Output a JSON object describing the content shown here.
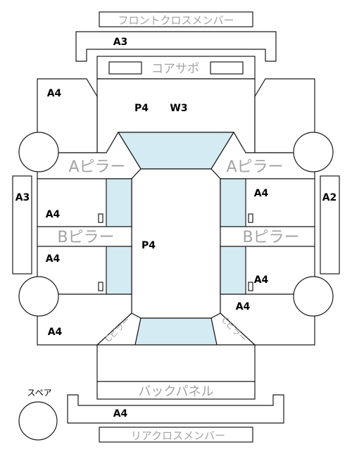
{
  "labels": {
    "front_cross_member": "フロントクロスメンバー",
    "core_support": "コアサポ",
    "a_pillar": "Aピラー",
    "b_pillar": "Bピラー",
    "c_pillar": "Cピラー",
    "back_panel": "バックパネル",
    "rear_cross_member": "リアクロスメンバー",
    "spare": "スペア"
  },
  "codes": {
    "front_cross_member": "A3",
    "hood_left": "A4",
    "hood_center_1": "P4",
    "hood_center_2": "W3",
    "left_rocker": "A3",
    "right_rocker": "A2",
    "front_left_door": "A4",
    "rear_left_door": "A4",
    "front_right_door": "A4",
    "rear_right_door": "A4",
    "right_rear_quarter": "A4",
    "left_rear_quarter": "A4",
    "roof": "P4",
    "rear_cross_member": "A4"
  }
}
